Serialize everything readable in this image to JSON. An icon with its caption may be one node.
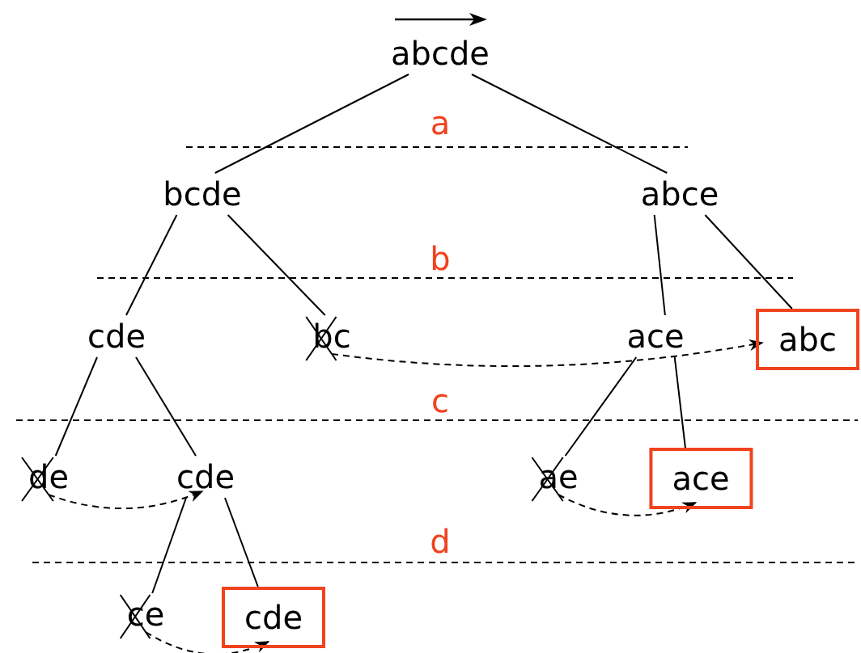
{
  "diagram": {
    "nodes": [
      {
        "text": [
          "abcde"
        ]
      },
      {
        "text": [
          "bcde"
        ]
      },
      {
        "text": [
          "abce"
        ]
      },
      {
        "text": [
          "cde"
        ]
      },
      {
        "text": [
          "bc"
        ]
      },
      {
        "text": [
          "ace"
        ]
      },
      {
        "text": [
          "abc"
        ]
      },
      {
        "text": [
          "de"
        ]
      },
      {
        "text": [
          "cde"
        ]
      },
      {
        "text": [
          "ae"
        ]
      },
      {
        "text": [
          "ace"
        ]
      },
      {
        "text": [
          "ce"
        ]
      },
      {
        "text": [
          "cde"
        ]
      }
    ],
    "edges": [
      {
        "from": 0,
        "to": 1,
        "arrow": "none"
      },
      {
        "from": 0,
        "to": 2,
        "arrow": "none"
      },
      {
        "from": 1,
        "to": 3,
        "arrow": "none"
      },
      {
        "from": 1,
        "to": 4,
        "arrow": "none"
      },
      {
        "from": 2,
        "to": 5,
        "arrow": "none"
      },
      {
        "from": 2,
        "to": 6,
        "arrow": "none"
      },
      {
        "from": 3,
        "to": 7,
        "arrow": "none"
      },
      {
        "from": 3,
        "to": 8,
        "arrow": "none"
      },
      {
        "from": 5,
        "to": 9,
        "arrow": "none"
      },
      {
        "from": 5,
        "to": 10,
        "arrow": "none"
      },
      {
        "from": 8,
        "to": 11,
        "arrow": "none"
      },
      {
        "from": 8,
        "to": 12,
        "arrow": "none"
      },
      {
        "from": 4,
        "to": 6,
        "arrow": "to",
        "style": "dashed"
      },
      {
        "from": 7,
        "to": 8,
        "arrow": "to",
        "style": "dashed"
      },
      {
        "from": 9,
        "to": 10,
        "arrow": "to",
        "style": "dashed"
      },
      {
        "from": 11,
        "to": 12,
        "arrow": "to",
        "style": "dashed"
      }
    ],
    "labels": [
      "a",
      "b",
      "c",
      "d"
    ]
  }
}
